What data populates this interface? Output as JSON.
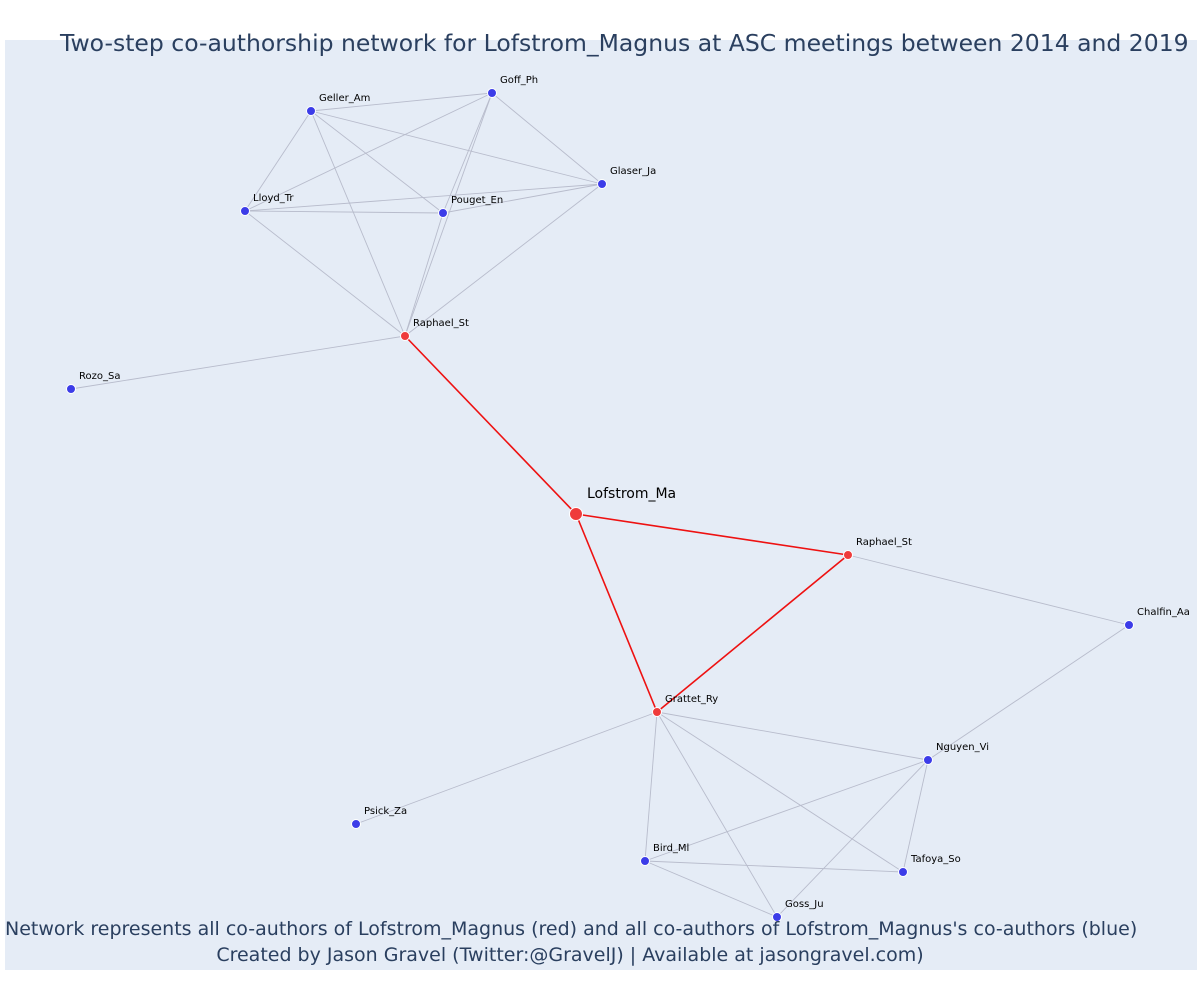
{
  "title": "Two-step co-authorship network for Lofstrom_Magnus at ASC meetings between 2014 and 2019",
  "footer": {
    "line1": "Network represents all co-authors of Lofstrom_Magnus (red) and all co-authors of Lofstrom_Magnus's co-authors (blue)",
    "line2": "Created by Jason Gravel (Twitter:@GravelJ) | Available at jasongravel.com)"
  },
  "colors": {
    "background": "#e5ecf6",
    "text": "#2a3f5f",
    "focal": "#ef3b3b",
    "coauthor": "#ef3b3b",
    "second_degree": "#3c3ce8",
    "focal_edge": "#ee1111",
    "other_edge": "#b8bccc"
  },
  "network": {
    "nodes": [
      {
        "id": "lofstrom",
        "label": "Lofstrom_Ma",
        "group": "focal"
      },
      {
        "id": "raphael_top",
        "label": "Raphael_St",
        "group": "coauthor"
      },
      {
        "id": "raphael_right",
        "label": "Raphael_St",
        "group": "coauthor"
      },
      {
        "id": "grattet",
        "label": "Grattet_Ry",
        "group": "coauthor"
      },
      {
        "id": "goff",
        "label": "Goff_Ph",
        "group": "second_degree"
      },
      {
        "id": "geller",
        "label": "Geller_Am",
        "group": "second_degree"
      },
      {
        "id": "glaser",
        "label": "Glaser_Ja",
        "group": "second_degree"
      },
      {
        "id": "lloyd",
        "label": "Lloyd_Tr",
        "group": "second_degree"
      },
      {
        "id": "pouget",
        "label": "Pouget_En",
        "group": "second_degree"
      },
      {
        "id": "rozo",
        "label": "Rozo_Sa",
        "group": "second_degree"
      },
      {
        "id": "chalfin",
        "label": "Chalfin_Aa",
        "group": "second_degree"
      },
      {
        "id": "nguyen",
        "label": "Nguyen_Vi",
        "group": "second_degree"
      },
      {
        "id": "psick",
        "label": "Psick_Za",
        "group": "second_degree"
      },
      {
        "id": "bird",
        "label": "Bird_Ml",
        "group": "second_degree"
      },
      {
        "id": "tafoya",
        "label": "Tafoya_So",
        "group": "second_degree"
      },
      {
        "id": "goss",
        "label": "Goss_Ju",
        "group": "second_degree"
      }
    ],
    "edges": [
      [
        "lofstrom",
        "raphael_top"
      ],
      [
        "lofstrom",
        "raphael_right"
      ],
      [
        "lofstrom",
        "grattet"
      ],
      [
        "raphael_right",
        "grattet"
      ],
      [
        "geller",
        "goff"
      ],
      [
        "geller",
        "glaser"
      ],
      [
        "geller",
        "lloyd"
      ],
      [
        "geller",
        "pouget"
      ],
      [
        "geller",
        "raphael_top"
      ],
      [
        "goff",
        "glaser"
      ],
      [
        "goff",
        "lloyd"
      ],
      [
        "goff",
        "pouget"
      ],
      [
        "goff",
        "raphael_top"
      ],
      [
        "glaser",
        "lloyd"
      ],
      [
        "glaser",
        "pouget"
      ],
      [
        "glaser",
        "raphael_top"
      ],
      [
        "lloyd",
        "pouget"
      ],
      [
        "lloyd",
        "raphael_top"
      ],
      [
        "pouget",
        "raphael_top"
      ],
      [
        "raphael_top",
        "rozo"
      ],
      [
        "raphael_right",
        "chalfin"
      ],
      [
        "chalfin",
        "nguyen"
      ],
      [
        "grattet",
        "psick"
      ],
      [
        "grattet",
        "nguyen"
      ],
      [
        "grattet",
        "bird"
      ],
      [
        "grattet",
        "tafoya"
      ],
      [
        "grattet",
        "goss"
      ],
      [
        "nguyen",
        "bird"
      ],
      [
        "nguyen",
        "tafoya"
      ],
      [
        "nguyen",
        "goss"
      ],
      [
        "bird",
        "tafoya"
      ],
      [
        "bird",
        "goss"
      ]
    ]
  }
}
